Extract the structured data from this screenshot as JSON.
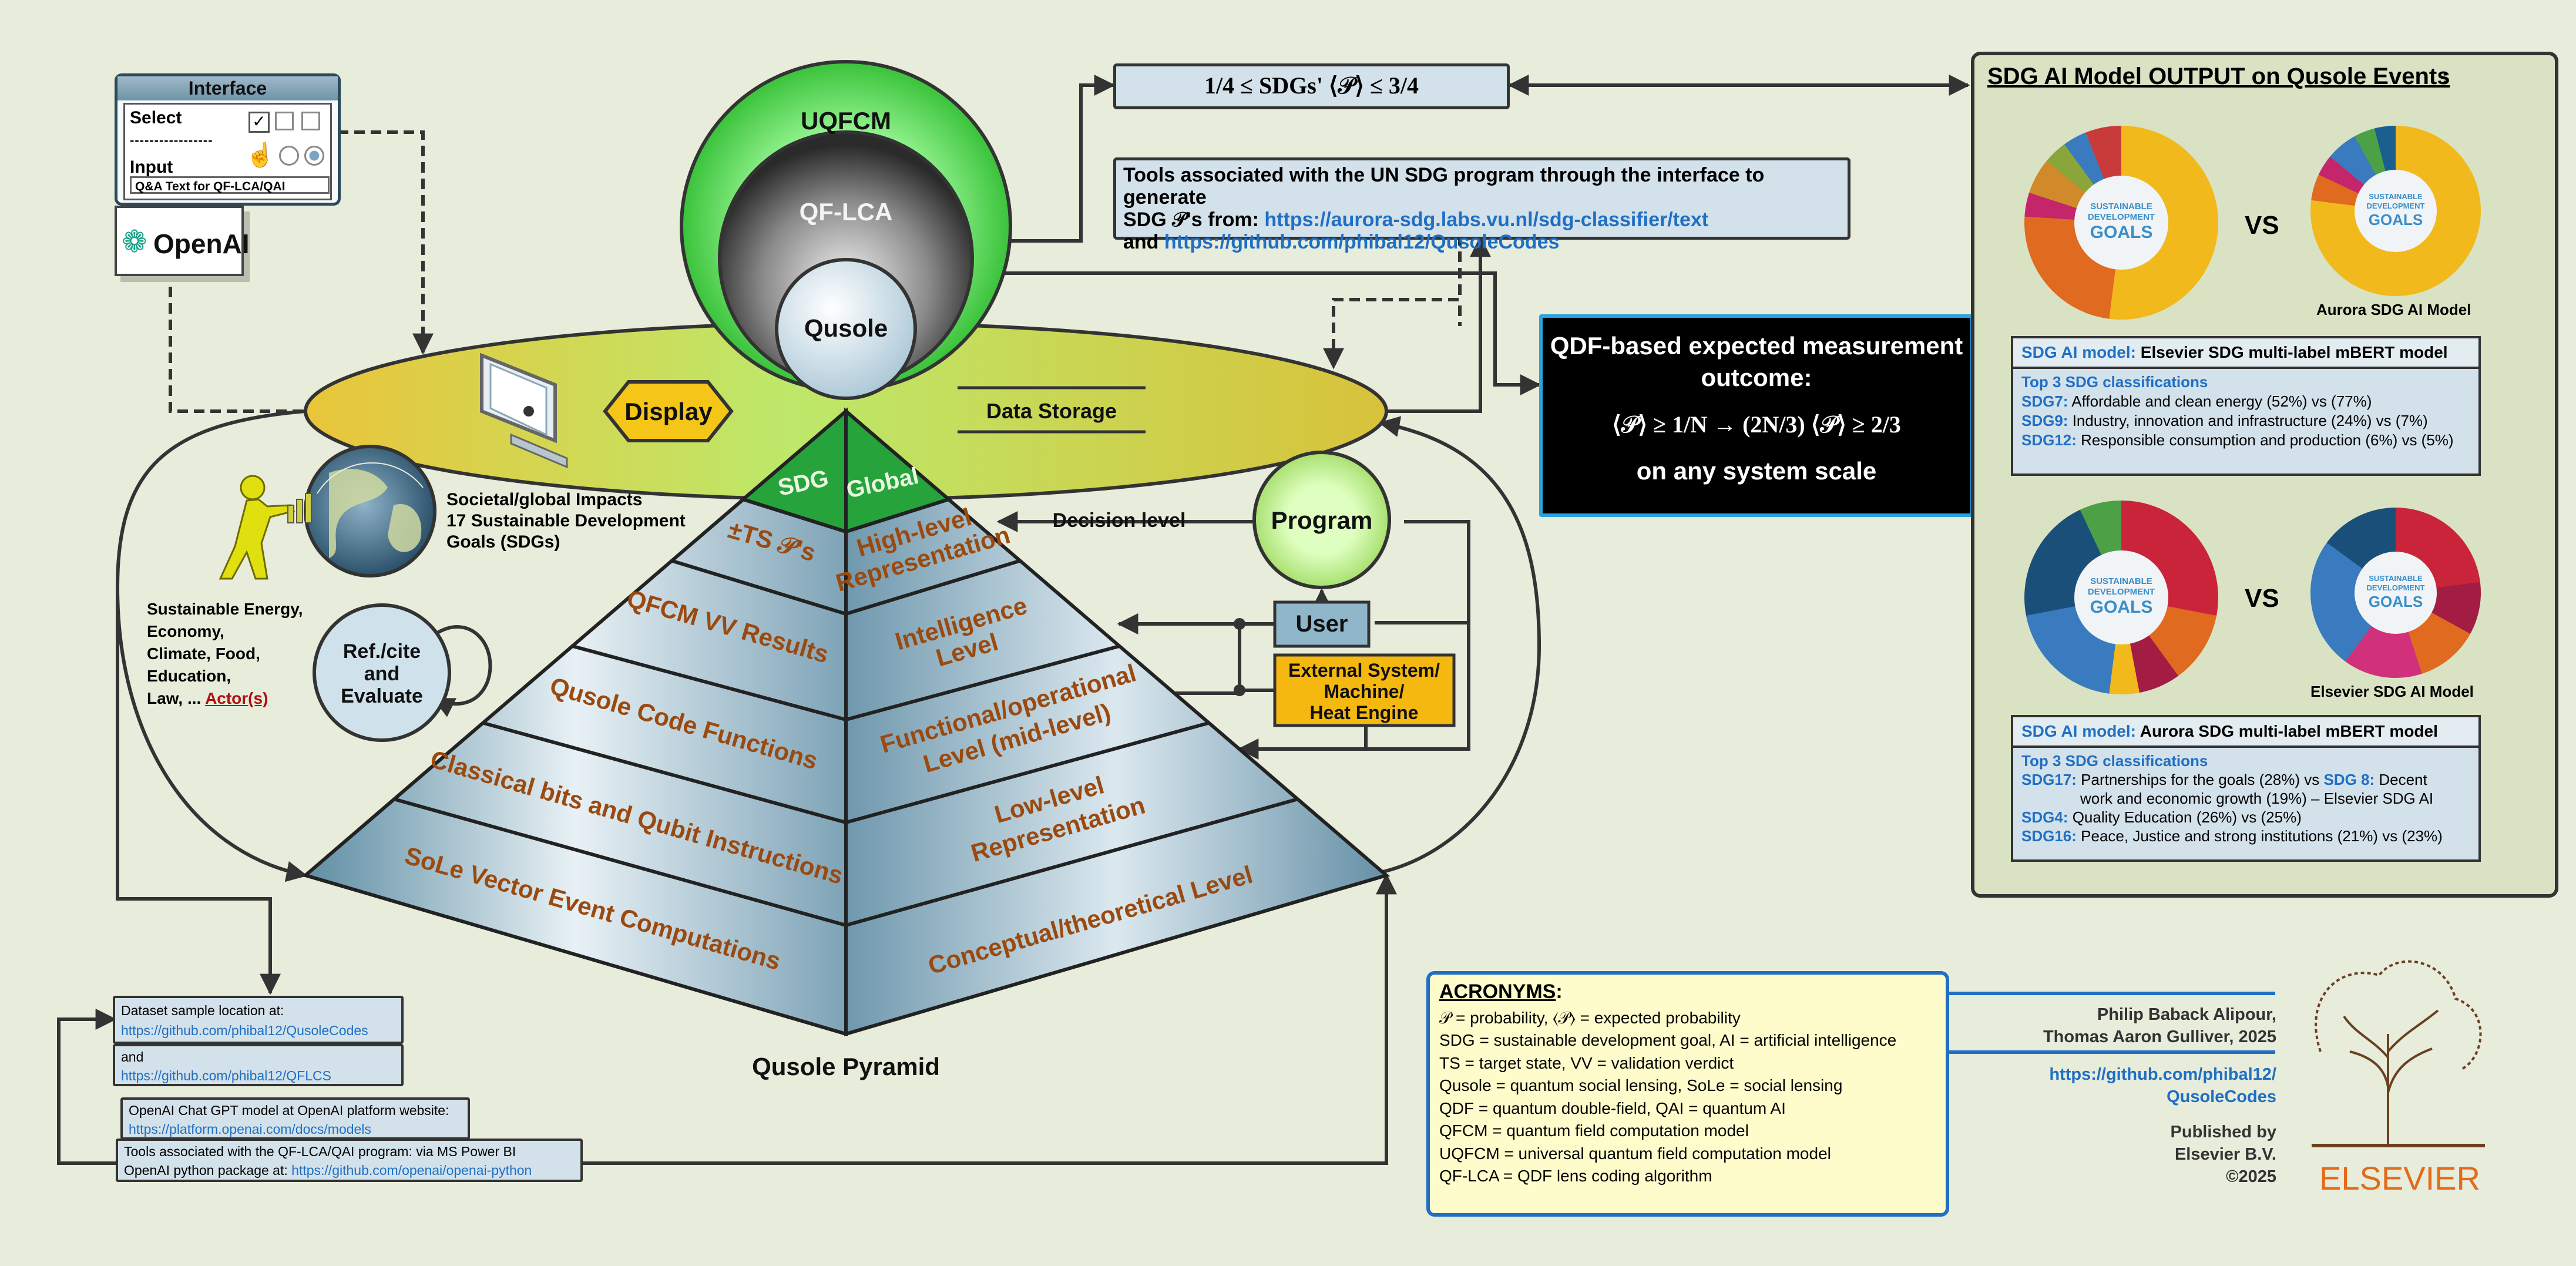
{
  "interface": {
    "title": "Interface",
    "select_label": "Select",
    "dashes": "-----------------",
    "input_label": "Input",
    "input_value": "Q&A Text for QF-LCA/QAI",
    "openai_label": "OpenAI"
  },
  "circles": {
    "outer": "UQFCM",
    "middle": "QF-LCA",
    "inner": "Qusole"
  },
  "display_label": "Display",
  "data_storage_label": "Data Storage",
  "impacts": {
    "line1": "Societal/global Impacts",
    "line2": "17 Sustainable Development",
    "line3": "Goals (SDGs)"
  },
  "actors": {
    "lines": [
      "Sustainable Energy,",
      "Economy,",
      "Climate, Food,",
      "Education,",
      "Law, ..."
    ],
    "link": "Actor(s)"
  },
  "ref_cite": [
    "Ref./cite",
    "and",
    "Evaluate"
  ],
  "pyramid": {
    "title": "Qusole Pyramid",
    "top_left": "SDG",
    "top_right": "Global",
    "left": [
      "±TS 𝒫's",
      "QFCM VV Results",
      "Qusole Code Functions",
      "Classical bits and Qubit Instructions",
      "SoLe Vector Event Computations"
    ],
    "right": [
      [
        "High-level",
        "Representation"
      ],
      [
        "Intelligence",
        "Level"
      ],
      [
        "Functional/operational",
        "Level (mid-level)"
      ],
      [
        "Low-level",
        "Representation"
      ],
      [
        "Conceptual/theoretical Level"
      ]
    ]
  },
  "decision_level": "Decision level",
  "program_label": "Program",
  "user_label": "User",
  "external_system": [
    "External System/",
    "Machine/",
    "Heat Engine"
  ],
  "probability_box": "1/4  ≤  SDGs' ⟨𝒫⟩  ≤ 3/4",
  "tools_box": {
    "line1": "Tools associated with the UN SDG program through the interface to generate",
    "line2_prefix": "SDG 𝒫's from: ",
    "link1": "https://aurora-sdg.labs.vu.nl/sdg-classifier/text",
    "line3_prefix": "and ",
    "link2": "https://github.com/phibal12/QusoleCodes"
  },
  "qdf_box": {
    "line1": "QDF-based expected measurement",
    "line2": "outcome:",
    "formula": "⟨𝒫⟩  ≥  1/N  →  (2N/3) ⟨𝒫⟩  ≥  2/3",
    "line4": "on any system scale"
  },
  "sdg_panel": {
    "title": "SDG AI Model OUTPUT on Qusole Events",
    "vs": "VS",
    "goals_text": [
      "SUSTAINABLE",
      "DEVELOPMENT",
      "GOALS"
    ],
    "caption1": "Aurora SDG AI Model",
    "caption2": "Elsevier SDG AI Model",
    "model_prefix": "SDG AI model: ",
    "model1": "Elsevier SDG multi-label mBERT model",
    "model2": "Aurora SDG multi-label mBERT model",
    "top3": "Top 3 SDG classifications",
    "list1": [
      {
        "code": "SDG7:",
        "text": " Affordable and clean energy (52%) vs (77%)"
      },
      {
        "code": "SDG9:",
        "text": " Industry, innovation and infrastructure (24%) vs (7%)"
      },
      {
        "code": "SDG12:",
        "text": " Responsible consumption and production (6%) vs (5%)"
      }
    ],
    "list2_line1_code": "SDG17:",
    "list2_line1_text": " Partnerships for the goals (28%) vs ",
    "list2_line1_code2": "SDG 8:",
    "list2_line1_text2": " Decent",
    "list2_line2": "work and economic growth (19%) – Elsevier SDG AI",
    "list2_rest": [
      {
        "code": "SDG4:",
        "text": " Quality Education (26%) vs (25%)"
      },
      {
        "code": "SDG16:",
        "text": " Peace, Justice and strong institutions (21%) vs (23%)"
      }
    ]
  },
  "acronyms": {
    "title": "ACRONYMS",
    "lines": [
      "𝒫 = probability, ⟨𝒫⟩  = expected probability",
      "SDG = sustainable development goal,  AI = artificial intelligence",
      "TS = target state,   VV = validation verdict",
      "Qusole = quantum social lensing,   SoLe = social lensing",
      "QDF = quantum double-field,  QAI = quantum AI",
      "QFCM = quantum field computation model",
      "UQFCM = universal quantum field computation model",
      "QF-LCA = QDF lens coding algorithm"
    ]
  },
  "credits": {
    "authors1": "Philip Baback Alipour,",
    "authors2": "Thomas Aaron Gulliver, 2025",
    "link1": "https://github.com/phibal12/",
    "link2": "QusoleCodes",
    "pub1": "Published by",
    "pub2": "Elsevier B.V.",
    "pub3": "©2025",
    "elsevier": "ELSEVIER"
  },
  "datasets": {
    "box1_line1": "Dataset sample location at:",
    "box1_link": "https://github.com/phibal12/QusoleCodes",
    "box2_line1": "and",
    "box2_link": "https://github.com/phibal12/QFLCS",
    "box3_line1": "OpenAI Chat GPT model at OpenAI platform website:",
    "box3_link": "https://platform.openai.com/docs/models",
    "box4_line1": "Tools associated with the QF-LCA/QAI program: via MS Power BI",
    "box4_line2_prefix": "OpenAI python package at: ",
    "box4_link": "https://github.com/openai/openai-python"
  }
}
